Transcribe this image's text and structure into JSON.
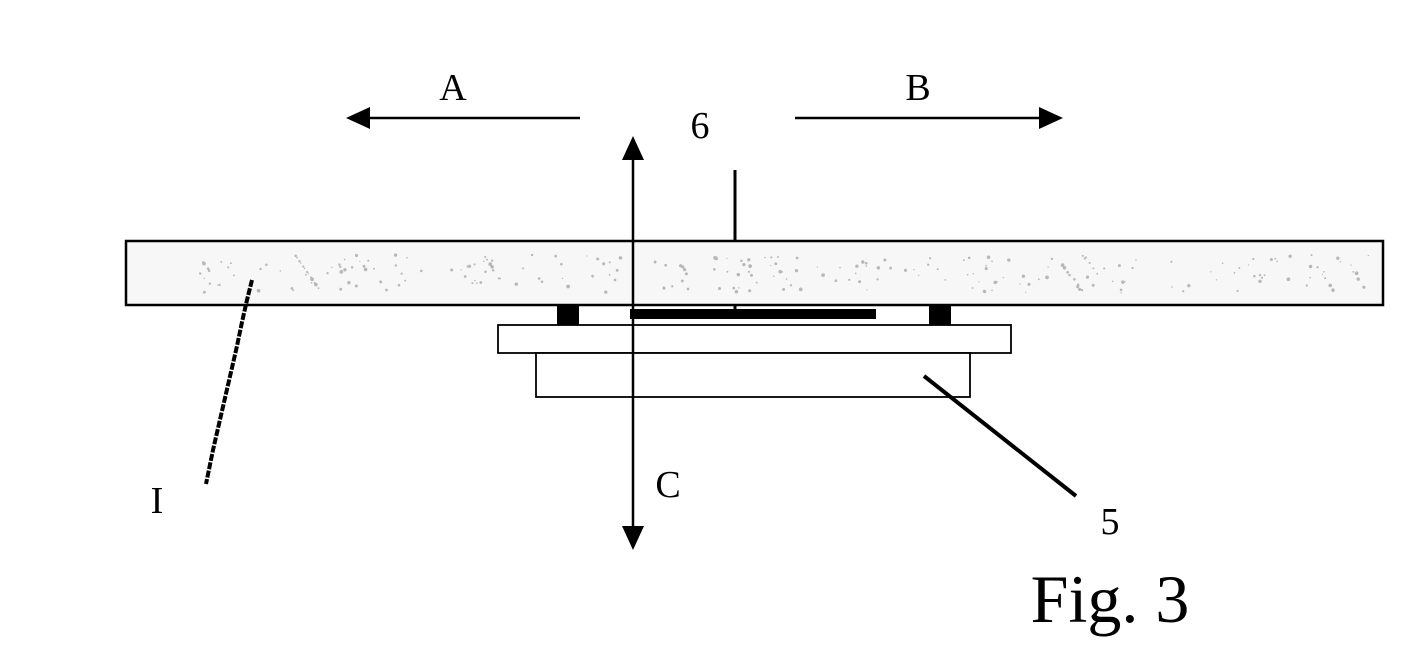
{
  "labels": {
    "arrow_a": "A",
    "arrow_b": "B",
    "arrow_c": "C",
    "part_6": "6",
    "part_5": "5",
    "part_1": "I"
  },
  "caption": "Fig. 3",
  "colors": {
    "ink": "#000000",
    "plate_fill": "#f7f7f7",
    "speckle": "#b8b8b8",
    "background": "#ffffff"
  }
}
